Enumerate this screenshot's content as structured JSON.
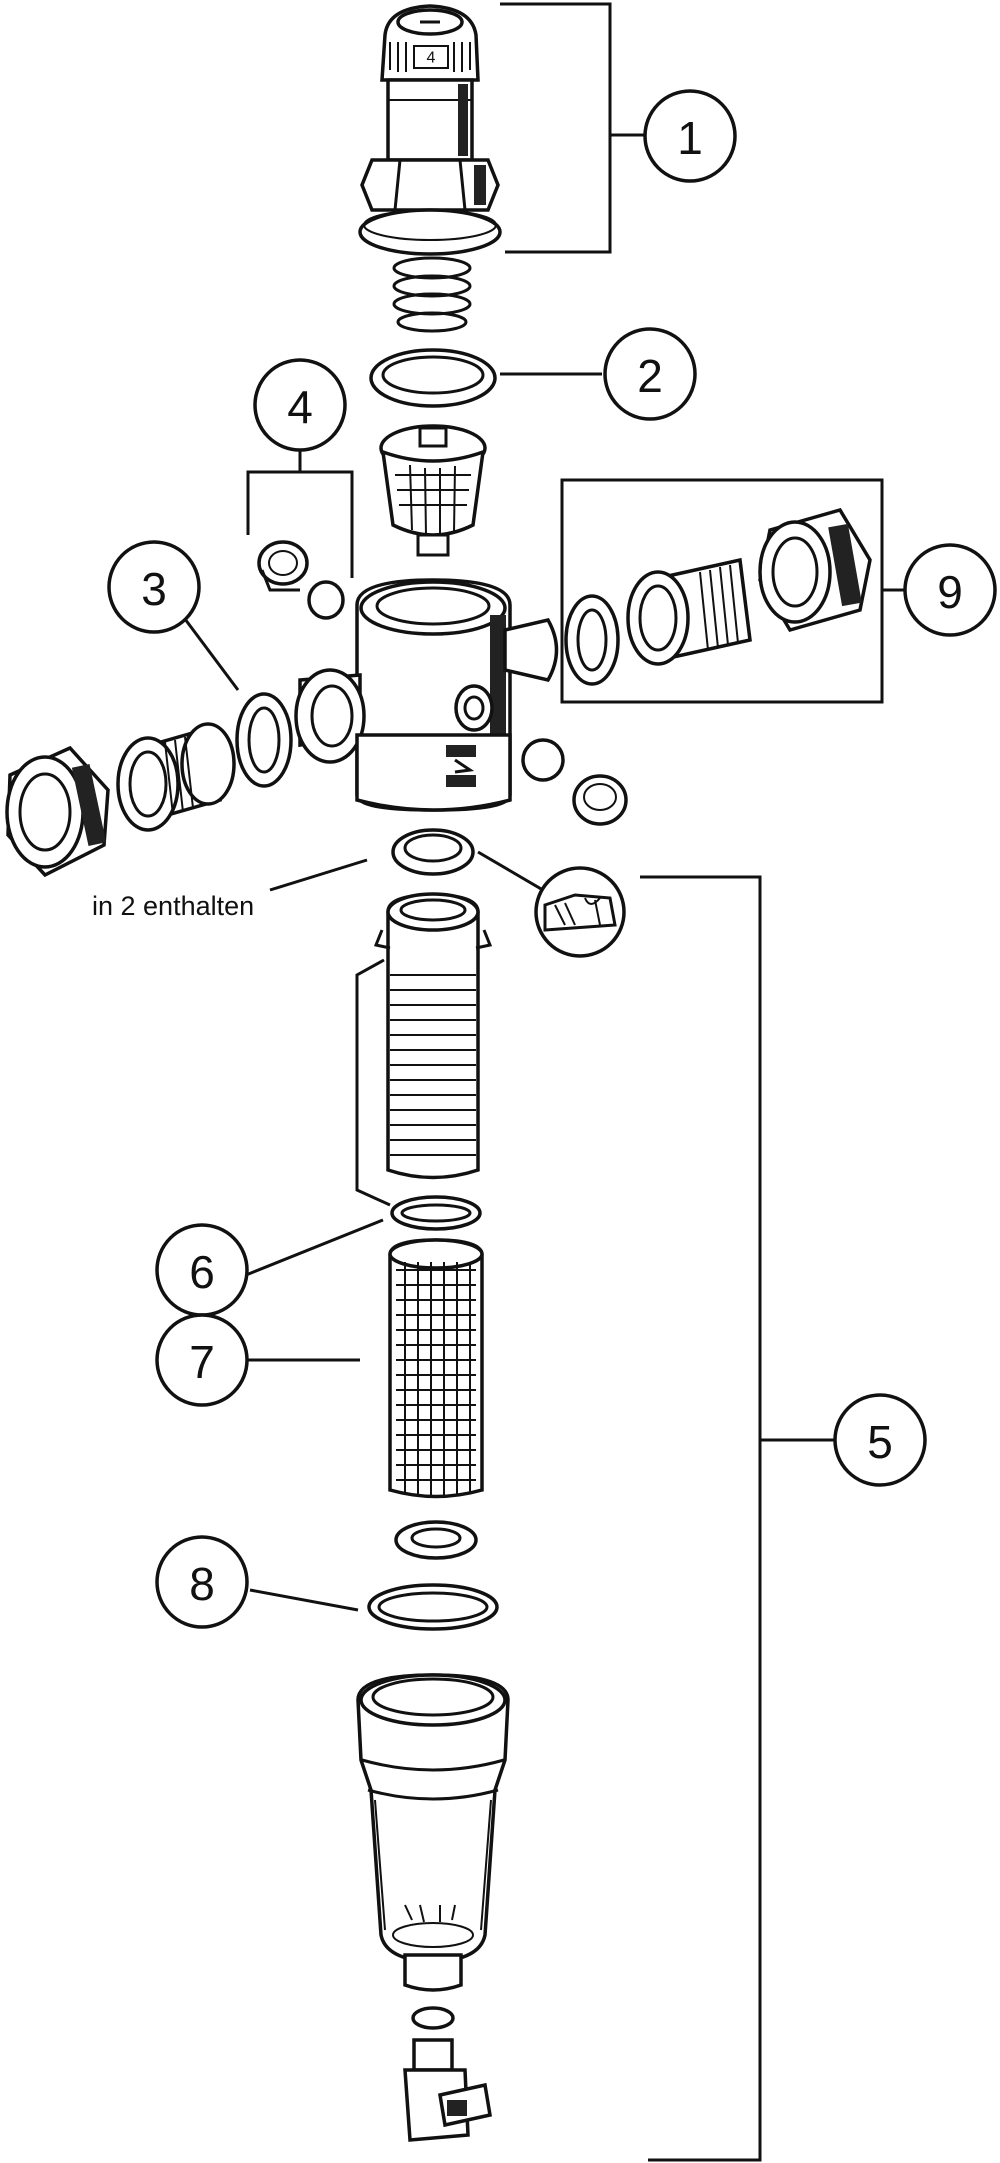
{
  "callouts": [
    {
      "id": "1",
      "label": "1"
    },
    {
      "id": "2",
      "label": "2"
    },
    {
      "id": "3",
      "label": "3"
    },
    {
      "id": "4",
      "label": "4"
    },
    {
      "id": "5",
      "label": "5"
    },
    {
      "id": "6",
      "label": "6"
    },
    {
      "id": "7",
      "label": "7"
    },
    {
      "id": "8",
      "label": "8"
    },
    {
      "id": "9",
      "label": "9"
    }
  ],
  "note": "in 2 enthalten",
  "dial_number": "4"
}
